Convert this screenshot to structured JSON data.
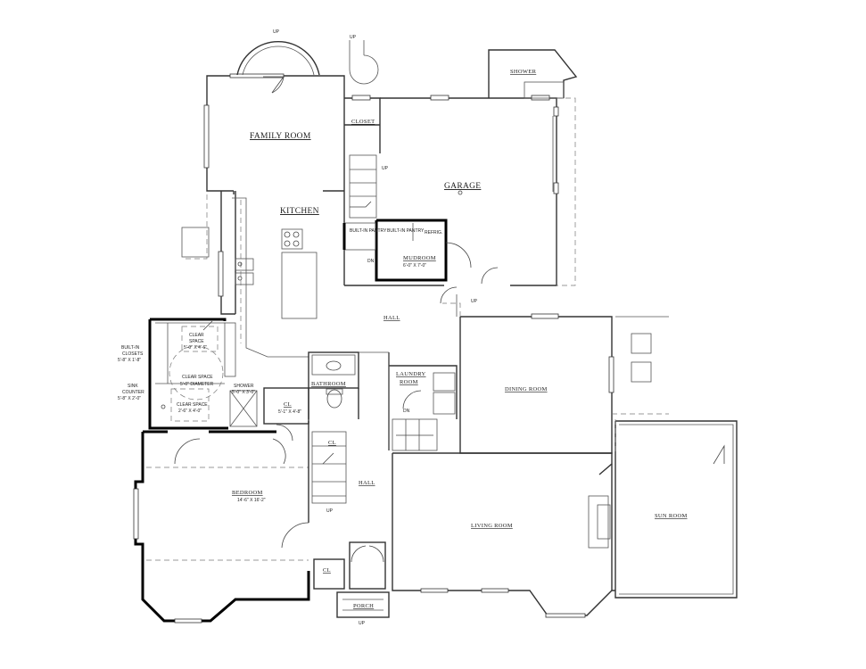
{
  "rooms": {
    "family_room": "FAMILY ROOM",
    "kitchen": "KITCHEN",
    "closet": "CLOSET",
    "garage": "GARAGE",
    "shower_top": "SHOWER",
    "mudroom": "MUDROOM",
    "mudroom_dim": "6'-0\" X 7'-0\"",
    "builtin_pantry_1": "BUILT-IN PANTRY",
    "builtin_pantry_2": "BUILT-IN PANTRY",
    "refrig": "REFRIG.",
    "hall_top": "HALL",
    "hall_mid": "HALL",
    "dining_room": "DINING ROOM",
    "laundry_room_1": "LAUNDRY",
    "laundry_room_2": "ROOM",
    "bathroom": "BATHROOM",
    "bedroom": "BEDROOM",
    "bedroom_dim": "14'-6\" X 16'-2\"",
    "living_room": "LIVING ROOM",
    "sun_room": "SUN ROOM",
    "porch": "PORCH",
    "cl_1": "CL",
    "cl_1_dim": "5'-1\" X 4'-8\"",
    "cl_2": "CL",
    "cl_3": "CL"
  },
  "notes": {
    "clear_space_top_1": "CLEAR",
    "clear_space_top_2": "SPACE",
    "clear_space_top_3": "5'-0\" X 4'-6\"",
    "clear_space_circle_1": "CLEAR SPACE",
    "clear_space_circle_2": "5'-0\" DIAMETER",
    "clear_space_bottom_1": "CLEAR SPACE",
    "clear_space_bottom_2": "2'-6\" X 4'-0\"",
    "shower_small_1": "SHOWER",
    "shower_small_2": "5'-0\" X 3'-0\"",
    "builtin_closets_1": "BUILT-IN",
    "builtin_closets_2": "CLOSETS",
    "builtin_closets_3": "5'-8\" X 1'-8\"",
    "sink_counter_1": "SINK",
    "sink_counter_2": "COUNTER",
    "sink_counter_3": "5'-8\" X 2'-0\""
  },
  "markers": {
    "up_1": "UP",
    "up_2": "UP",
    "up_3": "UP",
    "up_4": "UP",
    "up_5": "UP",
    "up_6": "UP",
    "dn_1": "DN",
    "dn_2": "DN"
  }
}
